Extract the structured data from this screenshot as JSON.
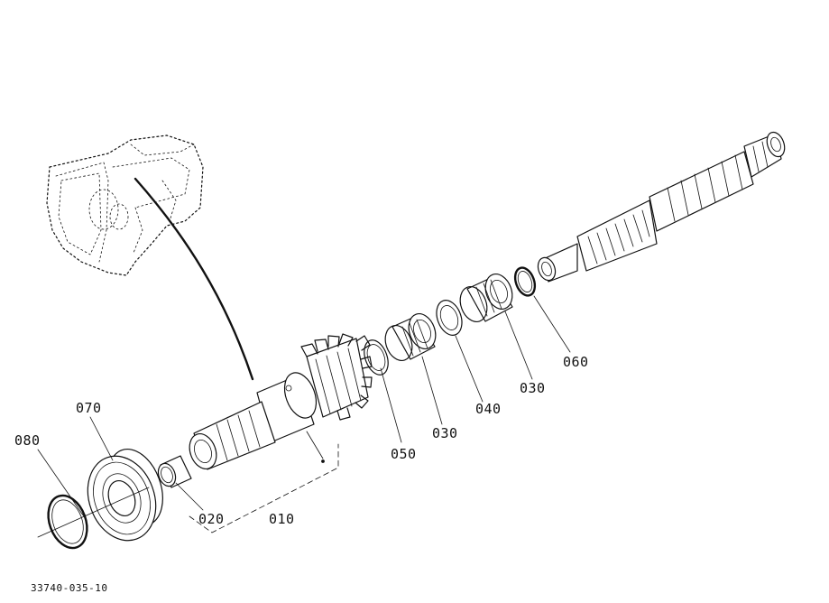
{
  "callouts": [
    {
      "id": "080",
      "text": "080"
    },
    {
      "id": "070",
      "text": "070"
    },
    {
      "id": "020",
      "text": "020"
    },
    {
      "id": "010",
      "text": "010"
    },
    {
      "id": "050",
      "text": "050"
    },
    {
      "id": "030a",
      "text": "030"
    },
    {
      "id": "040",
      "text": "040"
    },
    {
      "id": "030b",
      "text": "030"
    },
    {
      "id": "060",
      "text": "060"
    }
  ],
  "drawing_code": "33740-035-10"
}
